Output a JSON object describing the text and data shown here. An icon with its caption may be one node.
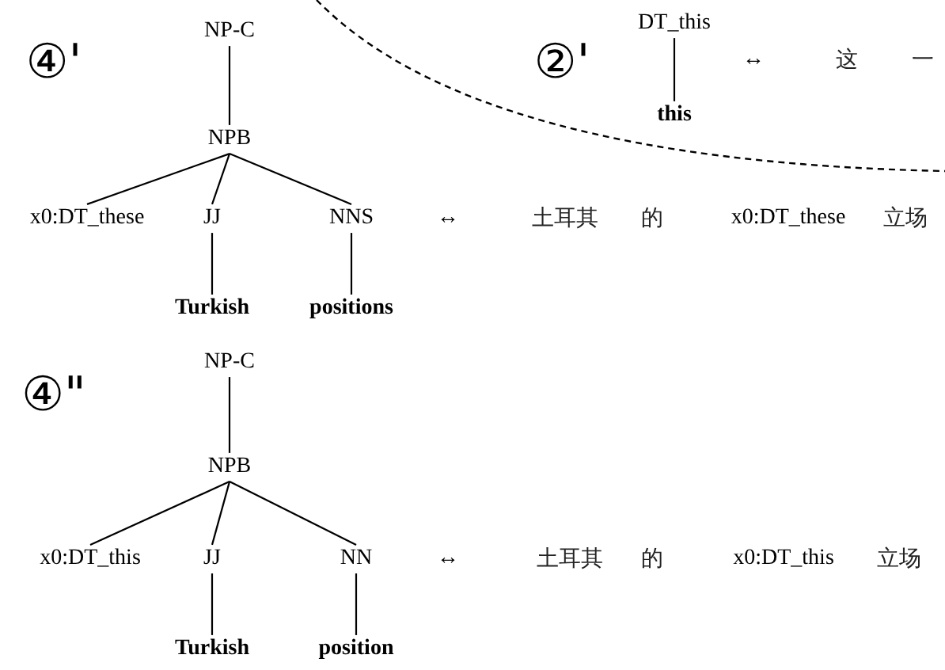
{
  "diagram": {
    "nodes": [
      {
        "text": [
          "NP-C"
        ]
      },
      {
        "text": [
          "NPB"
        ]
      },
      {
        "text": [
          "x0:DT_these"
        ]
      },
      {
        "text": [
          "JJ"
        ]
      },
      {
        "text": [
          "NNS"
        ]
      },
      {
        "text": [
          "Turkish"
        ]
      },
      {
        "text": [
          "positions"
        ]
      },
      {
        "text": [
          "DT_this"
        ]
      },
      {
        "text": [
          "this"
        ]
      },
      {
        "text": [
          "NP-C"
        ]
      },
      {
        "text": [
          "NPB"
        ]
      },
      {
        "text": [
          "x0:DT_this"
        ]
      },
      {
        "text": [
          "JJ"
        ]
      },
      {
        "text": [
          "NN"
        ]
      },
      {
        "text": [
          "Turkish"
        ]
      },
      {
        "text": [
          "position"
        ]
      }
    ],
    "edges": [
      {
        "from": 0,
        "to": 1,
        "arrow": "none"
      },
      {
        "from": 1,
        "to": 2,
        "arrow": "none"
      },
      {
        "from": 1,
        "to": 3,
        "arrow": "none"
      },
      {
        "from": 1,
        "to": 4,
        "arrow": "none"
      },
      {
        "from": 3,
        "to": 5,
        "arrow": "none"
      },
      {
        "from": 4,
        "to": 6,
        "arrow": "none"
      },
      {
        "from": 7,
        "to": 8,
        "arrow": "none"
      },
      {
        "from": 9,
        "to": 10,
        "arrow": "none"
      },
      {
        "from": 10,
        "to": 11,
        "arrow": "none"
      },
      {
        "from": 10,
        "to": 12,
        "arrow": "none"
      },
      {
        "from": 10,
        "to": 13,
        "arrow": "none"
      },
      {
        "from": 12,
        "to": 14,
        "arrow": "none"
      },
      {
        "from": 13,
        "to": 15,
        "arrow": "none"
      }
    ],
    "labels": [
      "④'",
      "②'",
      "↔",
      "这",
      "一",
      "↔",
      "土耳其",
      "的",
      "x0:DT_these",
      "立场",
      "④\"",
      "↔",
      "土耳其",
      "的",
      "x0:DT_this",
      "立场"
    ]
  }
}
